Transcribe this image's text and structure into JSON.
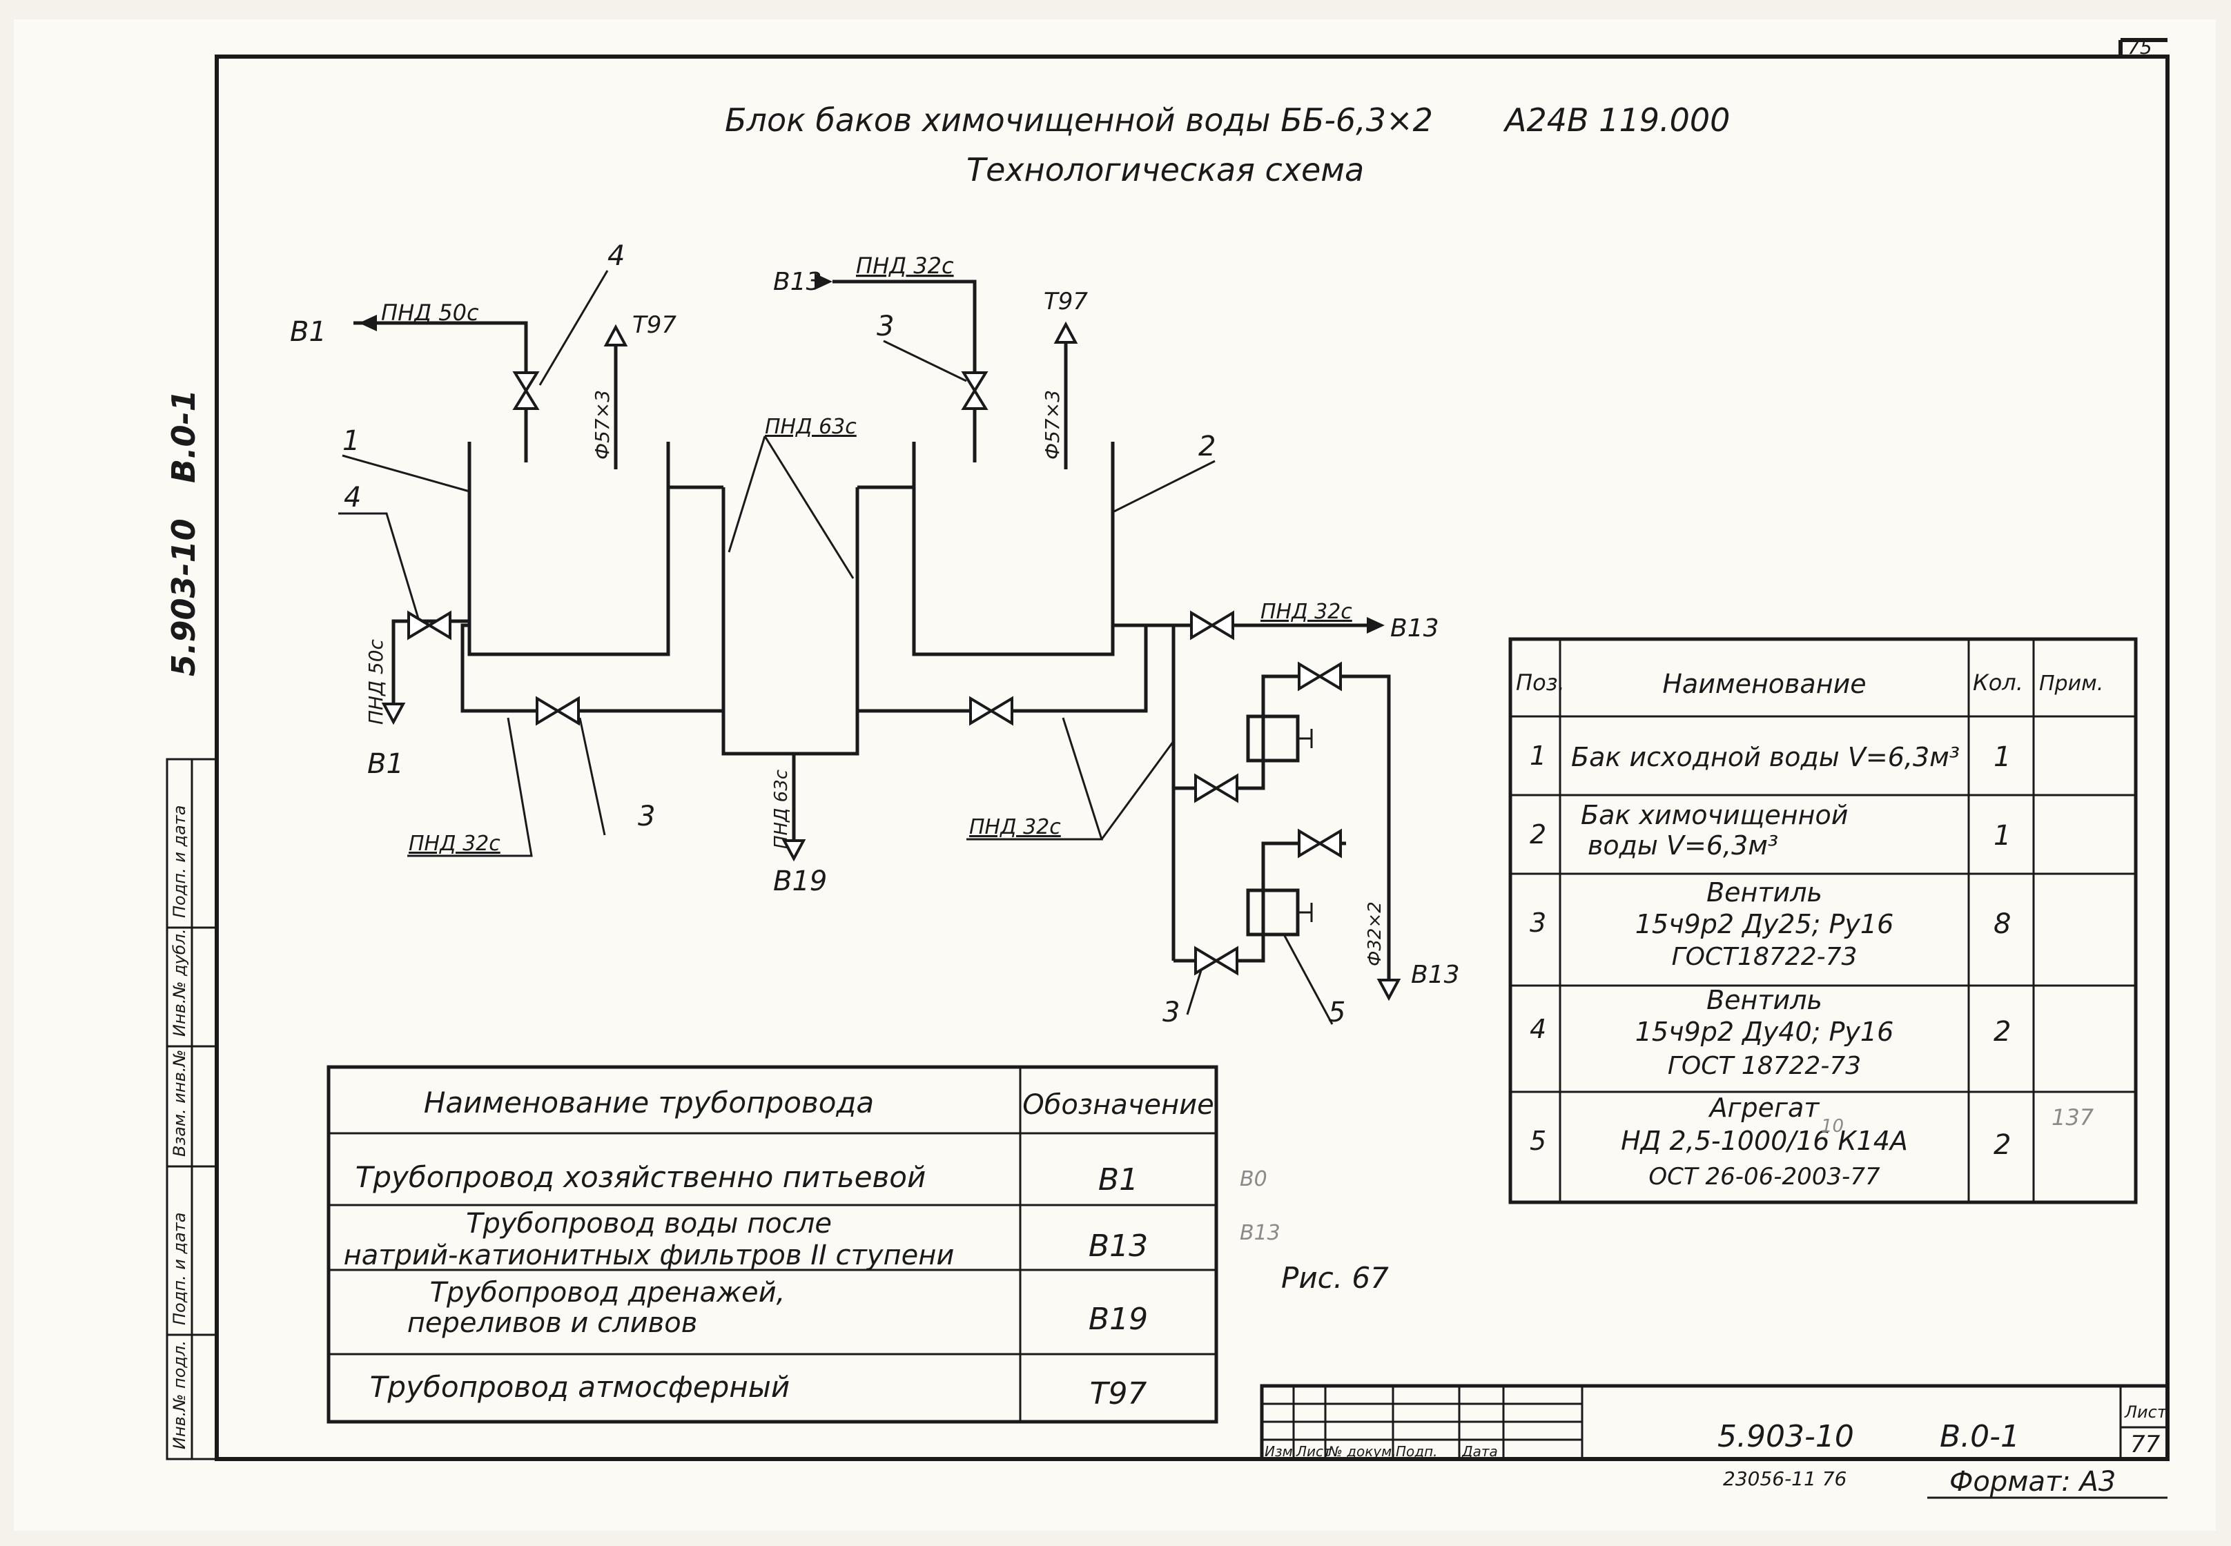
{
  "sheet_number_top": "75",
  "title": "Блок баков химочищенной воды ББ-6,3×2",
  "doc_code": "А24В 119.000",
  "subtitle": "Технологическая схема",
  "side_code": "5.903-10",
  "side_code2": "В.0-1",
  "diagram": {
    "pipe_labels": {
      "b1_in": "В1",
      "pnd50_in": "ПНД 50с",
      "t97_left": "Т97",
      "phi57_left": "Ф57×3",
      "b13_top": "В13",
      "pnd32_top": "ПНД 32с",
      "t97_right": "Т97",
      "phi57_right": "Ф57×3",
      "pnd63": "ПНД 63с",
      "pnd50_drain": "ПНД 50с",
      "b1_out": "В1",
      "pnd32_bl": "ПНД 32с",
      "pnd63_drain": "ПНД 63с",
      "b19": "В19",
      "pnd32_bm": "ПНД 32с",
      "pnd32_r": "ПНД 32с",
      "b13_r": "В13",
      "phi32": "Ф32×2",
      "b13_pumps": "В13"
    },
    "positions": {
      "p4_top": "4",
      "p4_left": "4",
      "p1": "1",
      "p3_top": "3",
      "p2": "2",
      "p3_bottom": "3",
      "p3_pump": "3",
      "p5": "5"
    }
  },
  "spec_table": {
    "headers": [
      "Поз.",
      "Наименование",
      "Кол.",
      "Прим."
    ],
    "rows": [
      {
        "pos": "1",
        "name": [
          "Бак исходной воды V=6,3м³"
        ],
        "qty": "1",
        "note": ""
      },
      {
        "pos": "2",
        "name": [
          "Бак химочищенной",
          "воды V=6,3м³"
        ],
        "qty": "1",
        "note": ""
      },
      {
        "pos": "3",
        "name": [
          "Вентиль",
          "15ч9р2 Ду25; Ру16",
          "ГОСТ18722-73"
        ],
        "qty": "8",
        "note": ""
      },
      {
        "pos": "4",
        "name": [
          "Вентиль",
          "15ч9р2 Ду40; Ру16",
          "ГОСТ 18722-73"
        ],
        "qty": "2",
        "note": ""
      },
      {
        "pos": "5",
        "name": [
          "Агрегат",
          "НД 2,5-1000/16 К14А",
          "ОСТ 26-06-2003-77"
        ],
        "qty": "2",
        "note": "137"
      }
    ]
  },
  "pipe_table": {
    "headers": [
      "Наименование трубопровода",
      "Обозначение"
    ],
    "rows": [
      {
        "name": [
          "Трубопровод хозяйственно питьевой"
        ],
        "code": "В1"
      },
      {
        "name": [
          "Трубопровод воды после",
          "натрий-катионитных фильтров II ступени"
        ],
        "code": "В13"
      },
      {
        "name": [
          "Трубопровод дренажей,",
          "переливов и сливов"
        ],
        "code": "В19"
      },
      {
        "name": [
          "Трубопровод атмосферный"
        ],
        "code": "Т97"
      }
    ]
  },
  "margin_notes": {
    "b0": "В0",
    "b13": "В13",
    "figure": "Рис. 67",
    "qty_note": "10"
  },
  "left_strip": [
    "Инв.№ подл.",
    "Подп. и дата",
    "Взам. инв.№",
    "Инв.№ дубл.",
    "Подп. и дата"
  ],
  "title_block": {
    "small_headers": [
      "Изм",
      "Лист",
      "№ докум.",
      "Подп.",
      "Дата"
    ],
    "code": "5.903-10",
    "code2": "В.0-1",
    "sheet_label": "Лист",
    "sheet_no": "77",
    "archive_no": "23056-11 76",
    "format": "Формат: А3"
  }
}
